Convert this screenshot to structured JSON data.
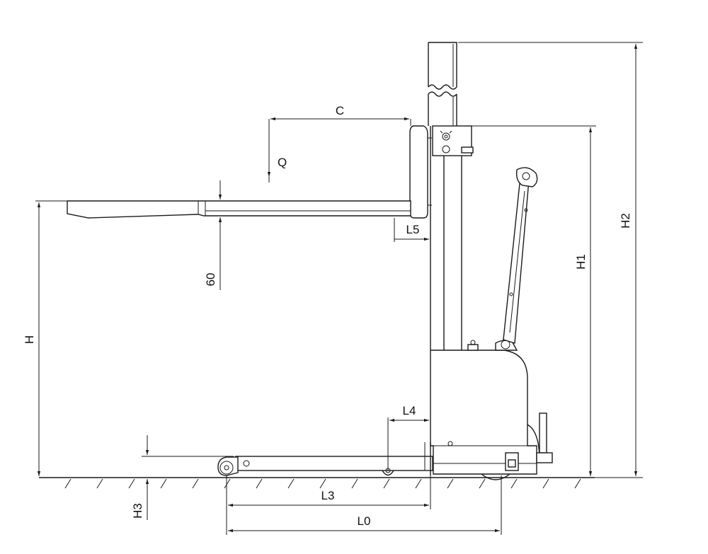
{
  "labels": {
    "C": "C",
    "Q": "Q",
    "L5": "L5",
    "H1": "H1",
    "H2": "H2",
    "H": "H",
    "fork_thickness": "60",
    "L4": "L4",
    "L3": "L3",
    "H3": "H3",
    "L0": "L0"
  },
  "colors": {
    "line": "#1a1a1a",
    "background": "#ffffff"
  }
}
